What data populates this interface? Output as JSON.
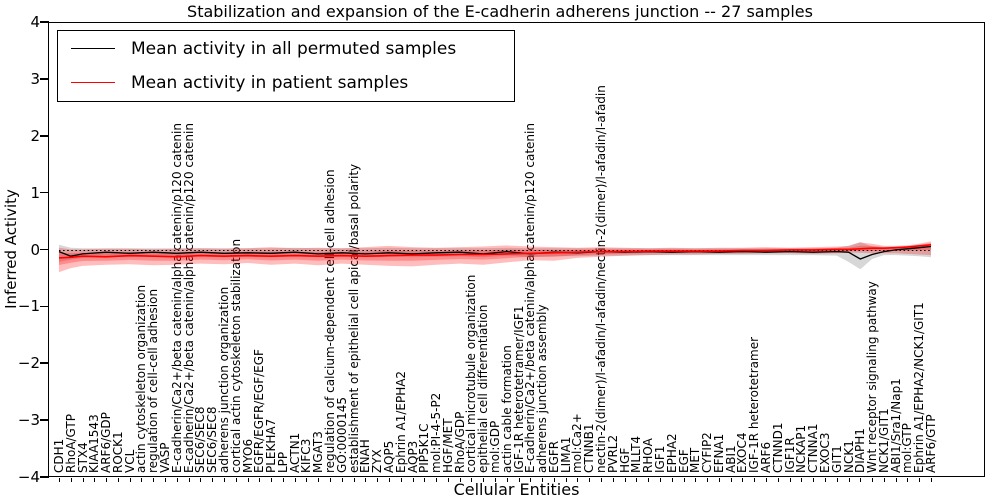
{
  "legend": {
    "items": [
      {
        "label": "Mean activity in all permuted samples",
        "color": "#000000"
      },
      {
        "label": "Mean activity in patient samples",
        "color": "#ff0000"
      }
    ]
  },
  "chart_data": {
    "type": "line",
    "title": "Stabilization and expansion of the E-cadherin adherens junction -- 27 samples",
    "xlabel": "Cellular Entities",
    "ylabel": "Inferred Activity",
    "ylim": [
      -4,
      4
    ],
    "yticks": [
      4,
      3,
      2,
      1,
      0,
      -1,
      -2,
      -3,
      -4
    ],
    "grid": false,
    "legend_position": "upper left",
    "zero_line": {
      "value": 0,
      "style": "dotted",
      "color": "#000000"
    },
    "categories": [
      "CDH1",
      "RhoA/GTP",
      "STX4",
      "KIAA1543",
      "ARF6/GDP",
      "ROCK1",
      "VCL",
      "actin cytoskeleton organization",
      "regulation of cell-cell adhesion",
      "VASP",
      "E-cadherin/Ca2+/beta catenin/alpha catenin/p120 catenin",
      "E-cadherin/Ca2+/beta catenin/alpha catenin/p120 catenin",
      "SEC6/SEC8",
      "SEC6/SEC8",
      "adherens junction organization",
      "cortical actin cytoskeleton stabilization",
      "MYO6",
      "EGFR/EGFR/EGF/EGF",
      "PLEKHA7",
      "LPP",
      "ACTN1",
      "KIFC3",
      "MGAT3",
      "regulation of calcium-dependent cell-cell adhesion",
      "GO:0000145",
      "establishment of epithelial cell apical/basal polarity",
      "ENAH",
      "ZYX",
      "AQP5",
      "Ephrin A1/EPHA2",
      "AQP3",
      "PIP5K1C",
      "mol:PI-4-5-P2",
      "HGF/MET",
      "RhoA/GDP",
      "cortical microtubule organization",
      "epithelial cell differentiation",
      "mol:GDP",
      "actin cable formation",
      "IGF-1R heterotetramer/IGF1",
      "E-cadherin/Ca2+/beta catenin/alpha catenin/p120 catenin",
      "adherens junction assembly",
      "EGFR",
      "LIMA1",
      "mol:Ca2+",
      "CTNNB1",
      "nectin-2(dimer)/l-afadin/l-afadin/nectin-2(dimer)/l-afadin/l-afadin",
      "PVRL2",
      "HGF",
      "MLLT4",
      "RHOA",
      "IGF1",
      "EPHA2",
      "EGF",
      "MET",
      "CYFIP2",
      "EFNA1",
      "ABI1",
      "EXOC4",
      "IGF-1R heterotetramer",
      "ARF6",
      "CTNND1",
      "IGF1R",
      "NCKAP1",
      "CTNNA1",
      "EXOC3",
      "GIT1",
      "NCK1",
      "DIAPH1",
      "Wnt receptor signaling pathway",
      "NCK1/GIT1",
      "ABI1/Sra1/Nap1",
      "mol:GTP",
      "Ephrin A1/EPHA2/NCK1/GIT1",
      "ARF6/GTP"
    ],
    "x_index": [
      0,
      1,
      2,
      4,
      6,
      8,
      10,
      12,
      14,
      16,
      18,
      20,
      22,
      24,
      26,
      28,
      30,
      32,
      34,
      36,
      38,
      40,
      42,
      44,
      46,
      48,
      50,
      52,
      54,
      56,
      58,
      60,
      62,
      64,
      66,
      67,
      68,
      69,
      70,
      71,
      72,
      73,
      74
    ],
    "series": [
      {
        "name": "Mean activity in all permuted samples",
        "color": "#000000",
        "values": [
          -0.02,
          -0.1,
          -0.06,
          -0.03,
          -0.05,
          -0.03,
          -0.05,
          -0.03,
          -0.05,
          -0.04,
          -0.05,
          -0.03,
          -0.06,
          -0.04,
          -0.06,
          -0.04,
          -0.06,
          -0.04,
          -0.03,
          -0.06,
          -0.02,
          -0.06,
          -0.03,
          -0.04,
          -0.02,
          -0.03,
          -0.02,
          -0.03,
          -0.02,
          -0.03,
          -0.02,
          -0.03,
          -0.02,
          -0.03,
          -0.02,
          -0.03,
          -0.15,
          -0.07,
          -0.02,
          0.01,
          0.03,
          0.05,
          0.07
        ]
      },
      {
        "name": "Mean activity in patient samples",
        "color": "#ff0000",
        "values": [
          -0.13,
          -0.12,
          -0.1,
          -0.11,
          -0.09,
          -0.1,
          -0.11,
          -0.09,
          -0.1,
          -0.09,
          -0.1,
          -0.09,
          -0.1,
          -0.09,
          -0.1,
          -0.09,
          -0.08,
          -0.08,
          -0.07,
          -0.07,
          -0.06,
          -0.05,
          -0.04,
          -0.03,
          -0.02,
          -0.02,
          -0.01,
          -0.01,
          -0.01,
          -0.01,
          0.0,
          0.0,
          0.01,
          0.01,
          0.02,
          0.02,
          0.03,
          0.04,
          0.04,
          0.05,
          0.06,
          0.08,
          0.1
        ]
      }
    ],
    "bands": [
      {
        "name": "permuted samples range",
        "color": "rgba(110,110,110,0.28)",
        "upper": [
          0.1,
          0.05,
          0.04,
          0.04,
          0.04,
          0.04,
          0.04,
          0.04,
          0.04,
          0.04,
          0.04,
          0.05,
          0.04,
          0.04,
          0.04,
          0.05,
          0.04,
          0.04,
          0.04,
          0.04,
          0.05,
          0.04,
          0.04,
          0.04,
          0.04,
          0.04,
          0.04,
          0.04,
          0.04,
          0.04,
          0.04,
          0.04,
          0.04,
          0.04,
          0.05,
          0.08,
          0.15,
          0.07,
          0.05,
          0.06,
          0.08,
          0.09,
          0.11
        ],
        "lower": [
          -0.2,
          -0.16,
          -0.13,
          -0.11,
          -0.12,
          -0.1,
          -0.12,
          -0.1,
          -0.12,
          -0.11,
          -0.12,
          -0.1,
          -0.12,
          -0.11,
          -0.12,
          -0.11,
          -0.12,
          -0.11,
          -0.1,
          -0.12,
          -0.09,
          -0.12,
          -0.1,
          -0.1,
          -0.09,
          -0.09,
          -0.08,
          -0.08,
          -0.08,
          -0.08,
          -0.08,
          -0.08,
          -0.08,
          -0.08,
          -0.09,
          -0.2,
          -0.33,
          -0.15,
          -0.08,
          -0.08,
          -0.09,
          -0.1,
          -0.12
        ]
      },
      {
        "name": "patient samples range",
        "color": "rgba(255,0,0,0.26)",
        "upper": [
          0.05,
          0.02,
          0.02,
          0.03,
          0.03,
          0.02,
          0.03,
          0.04,
          0.03,
          0.04,
          0.06,
          0.04,
          0.05,
          0.04,
          0.06,
          0.08,
          0.06,
          0.05,
          0.06,
          0.07,
          0.09,
          0.07,
          0.06,
          0.05,
          0.06,
          0.05,
          0.04,
          0.05,
          0.04,
          0.05,
          0.05,
          0.06,
          0.05,
          0.06,
          0.07,
          0.08,
          0.14,
          0.12,
          0.08,
          0.08,
          0.09,
          0.12,
          0.16
        ],
        "lower": [
          -0.38,
          -0.31,
          -0.27,
          -0.25,
          -0.24,
          -0.26,
          -0.25,
          -0.23,
          -0.24,
          -0.22,
          -0.25,
          -0.23,
          -0.26,
          -0.23,
          -0.25,
          -0.27,
          -0.28,
          -0.25,
          -0.23,
          -0.25,
          -0.21,
          -0.17,
          -0.18,
          -0.13,
          -0.11,
          -0.09,
          -0.08,
          -0.07,
          -0.07,
          -0.06,
          -0.06,
          -0.05,
          -0.05,
          -0.06,
          -0.05,
          -0.04,
          -0.04,
          -0.05,
          -0.05,
          -0.05,
          -0.06,
          -0.07,
          -0.08
        ]
      }
    ]
  }
}
